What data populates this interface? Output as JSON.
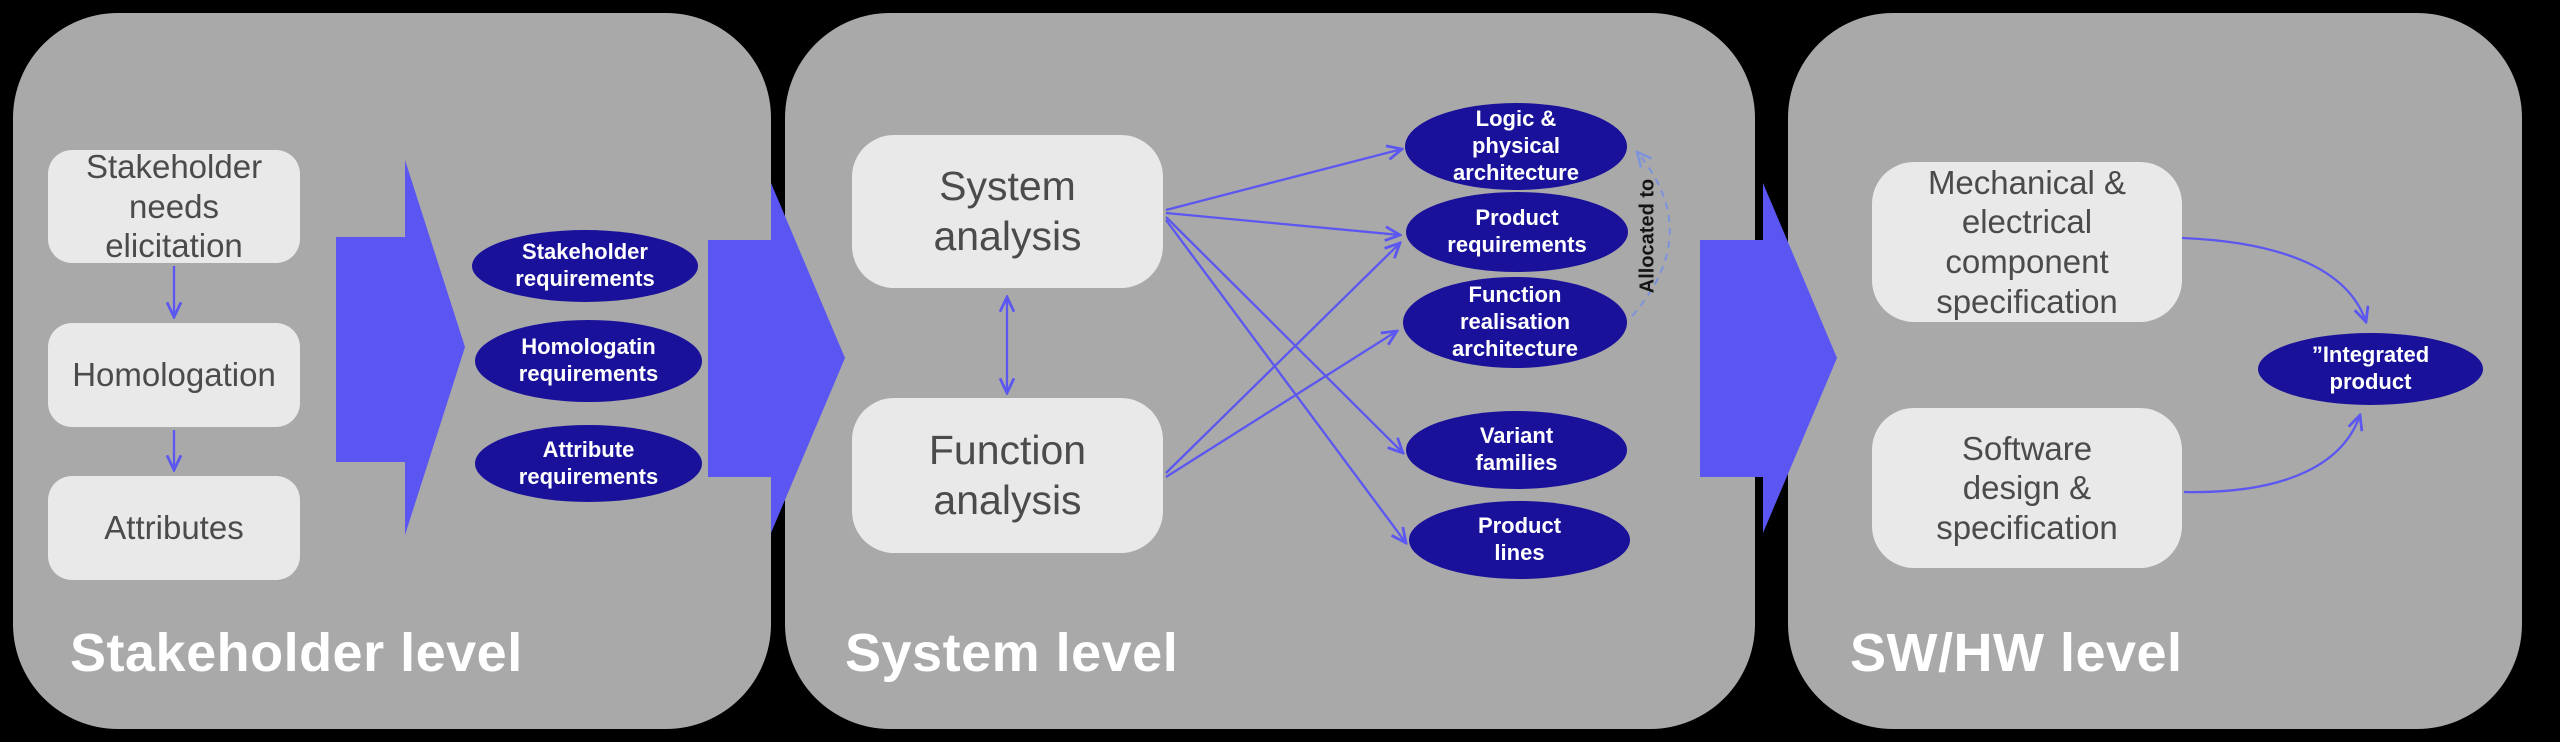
{
  "colors": {
    "background": "#000000",
    "panel": "#a9a9a9",
    "box_fill": "#e9e9e9",
    "box_text": "#4b4b4b",
    "ellipse_fill": "#1a119a",
    "ellipse_text": "#ffffff",
    "arrow_blue": "#5b55f1",
    "connector_blue": "#5b57f0",
    "dashed_arc": "#7d93da",
    "title_text": "#ffffff",
    "allocated_text": "#151515"
  },
  "panels": [
    {
      "title": "Stakeholder level",
      "boxes": [
        {
          "label": "Stakeholder\nneeds\nelicitation"
        },
        {
          "label": "Homologation"
        },
        {
          "label": "Attributes"
        }
      ],
      "ellipses": [
        {
          "label": "Stakeholder\nrequirements"
        },
        {
          "label": "Homologatin\nrequirements"
        },
        {
          "label": "Attribute\nrequirements"
        }
      ]
    },
    {
      "title": "System level",
      "boxes": [
        {
          "label": "System\nanalysis"
        },
        {
          "label": "Function\nanalysis"
        }
      ],
      "ellipses": [
        {
          "label": "Logic &\nphysical\narchitecture"
        },
        {
          "label": "Product\nrequirements"
        },
        {
          "label": "Function\nrealisation\narchitecture"
        },
        {
          "label": "Variant\nfamilies"
        },
        {
          "label": "Product\nlines"
        }
      ],
      "annotation": "Allocated to"
    },
    {
      "title": "SW/HW level",
      "boxes": [
        {
          "label": "Mechanical &\nelectrical\ncomponent\nspecification"
        },
        {
          "label": "Software\ndesign &\nspecification"
        }
      ],
      "ellipses": [
        {
          "label": "”Integrated\nproduct"
        }
      ]
    }
  ]
}
